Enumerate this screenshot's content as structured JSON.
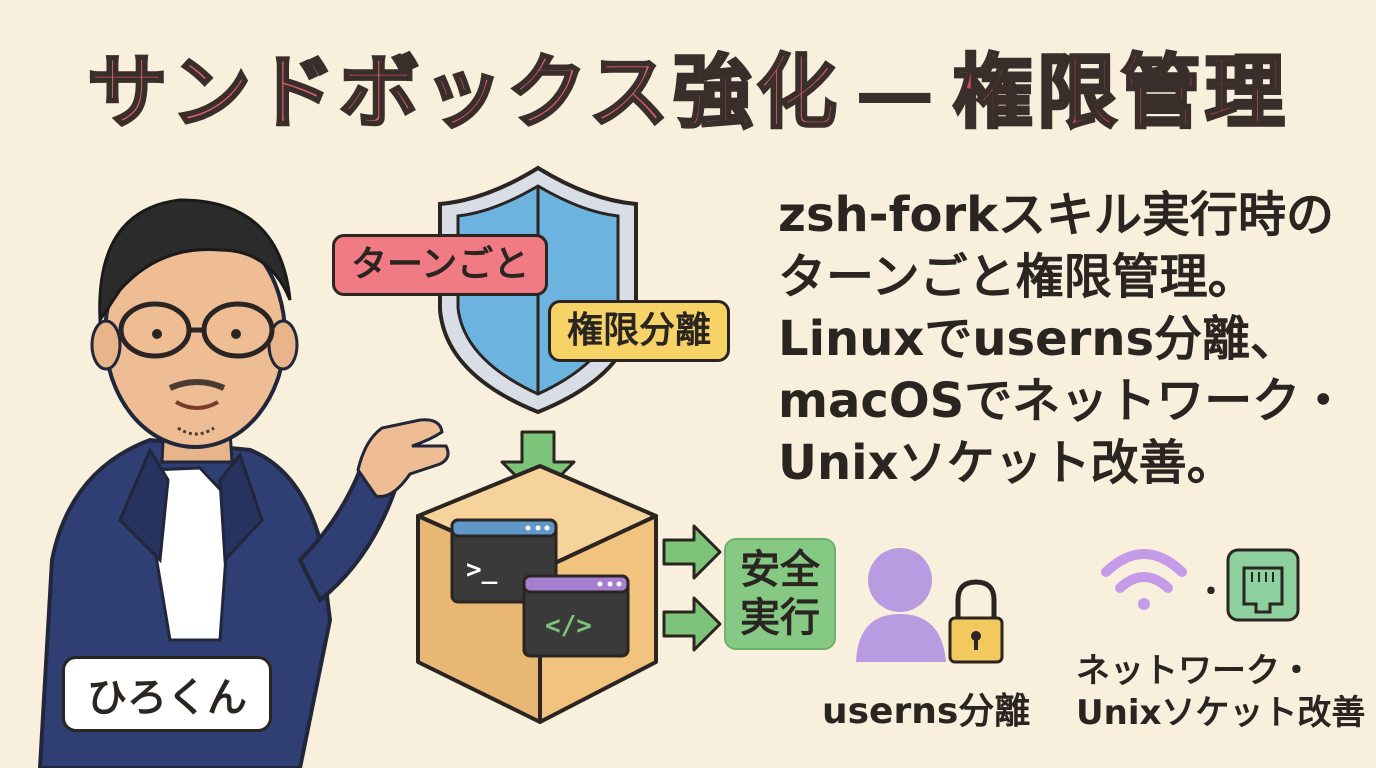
{
  "title": {
    "part1": "サンドボックス強化",
    "dash": "—",
    "part2": "権限管理"
  },
  "description_lines": [
    "zsh-forkスキル実行時の",
    "ターンごと権限管理。",
    "Linuxでuserns分離、",
    "macOSでネットワーク・",
    "Unixソケット改善。"
  ],
  "tags": {
    "per_turn": "ターンごと",
    "privilege_separation": "権限分離"
  },
  "safe_execution": {
    "line1": "安全",
    "line2": "実行"
  },
  "labels": {
    "userns": "userns分離",
    "network_line1": "ネットワーク・",
    "network_line2": "Unixソケット改善"
  },
  "network_separator": "・",
  "presenter": {
    "name": "ひろくん"
  },
  "terminal_prompt": ">_",
  "code_symbol": "</>",
  "colors": {
    "background": "#f8f0dc",
    "title": "#e0606e",
    "shield": "#6db3e0",
    "box": "#f2c27f",
    "arrow": "#7cc47a",
    "user": "#b89be0",
    "lock": "#f2c95c",
    "wifi": "#c49be8",
    "socket": "#8fd19e",
    "jacket": "#2f3f74"
  }
}
